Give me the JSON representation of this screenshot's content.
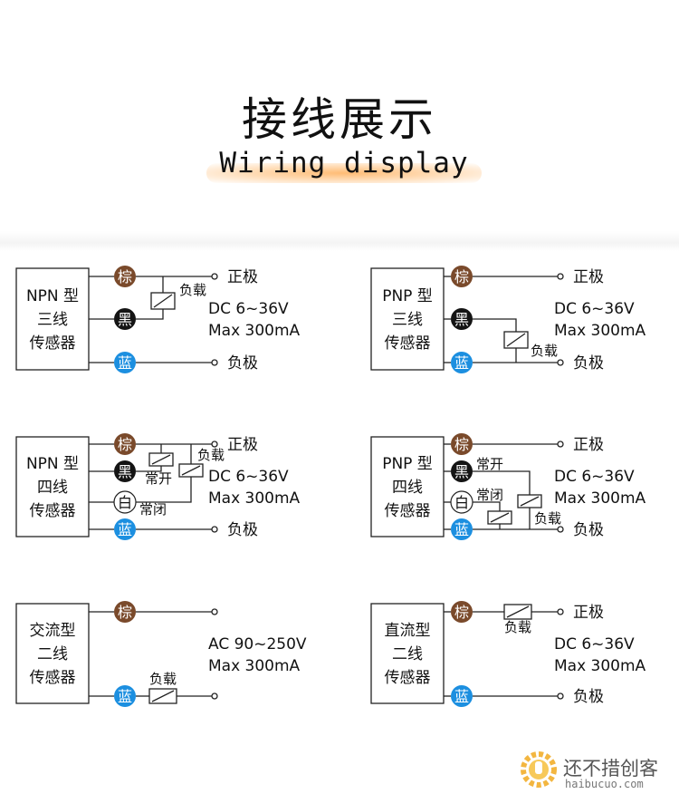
{
  "title": {
    "cn": "接线展示",
    "en": "Wiring display"
  },
  "colors": {
    "brown": "#7a4a2b",
    "black": "#141414",
    "blue": "#1c8fe0",
    "white": "#ffffff",
    "line": "#222222"
  },
  "labels": {
    "brown": "棕",
    "black": "黑",
    "white": "白",
    "blue": "蓝",
    "positive": "正极",
    "negative": "负极",
    "load": "负载",
    "no": "常开",
    "nc": "常闭"
  },
  "panels": {
    "npn3": {
      "name": [
        "NPN 型",
        "三线",
        "传感器"
      ],
      "spec": [
        "DC    6~36V",
        "Max 300mA"
      ]
    },
    "pnp3": {
      "name": [
        "PNP 型",
        "三线",
        "传感器"
      ],
      "spec": [
        "DC    6~36V",
        "Max 300mA"
      ]
    },
    "npn4": {
      "name": [
        "NPN 型",
        "四线",
        "传感器"
      ],
      "spec": [
        "DC    6~36V",
        "Max 300mA"
      ]
    },
    "pnp4": {
      "name": [
        "PNP 型",
        "四线",
        "传感器"
      ],
      "spec": [
        "DC    6~36V",
        "Max 300mA"
      ]
    },
    "ac2": {
      "name": [
        "交流型",
        "二线",
        "传感器"
      ],
      "spec": [
        "AC 90~250V",
        "Max 300mA"
      ]
    },
    "dc2": {
      "name": [
        "直流型",
        "二线",
        "传感器"
      ],
      "spec": [
        "DC    6~36V",
        "Max 300mA"
      ]
    }
  },
  "watermark": {
    "text": "还不措创客",
    "sub": "haibucuo.com"
  }
}
